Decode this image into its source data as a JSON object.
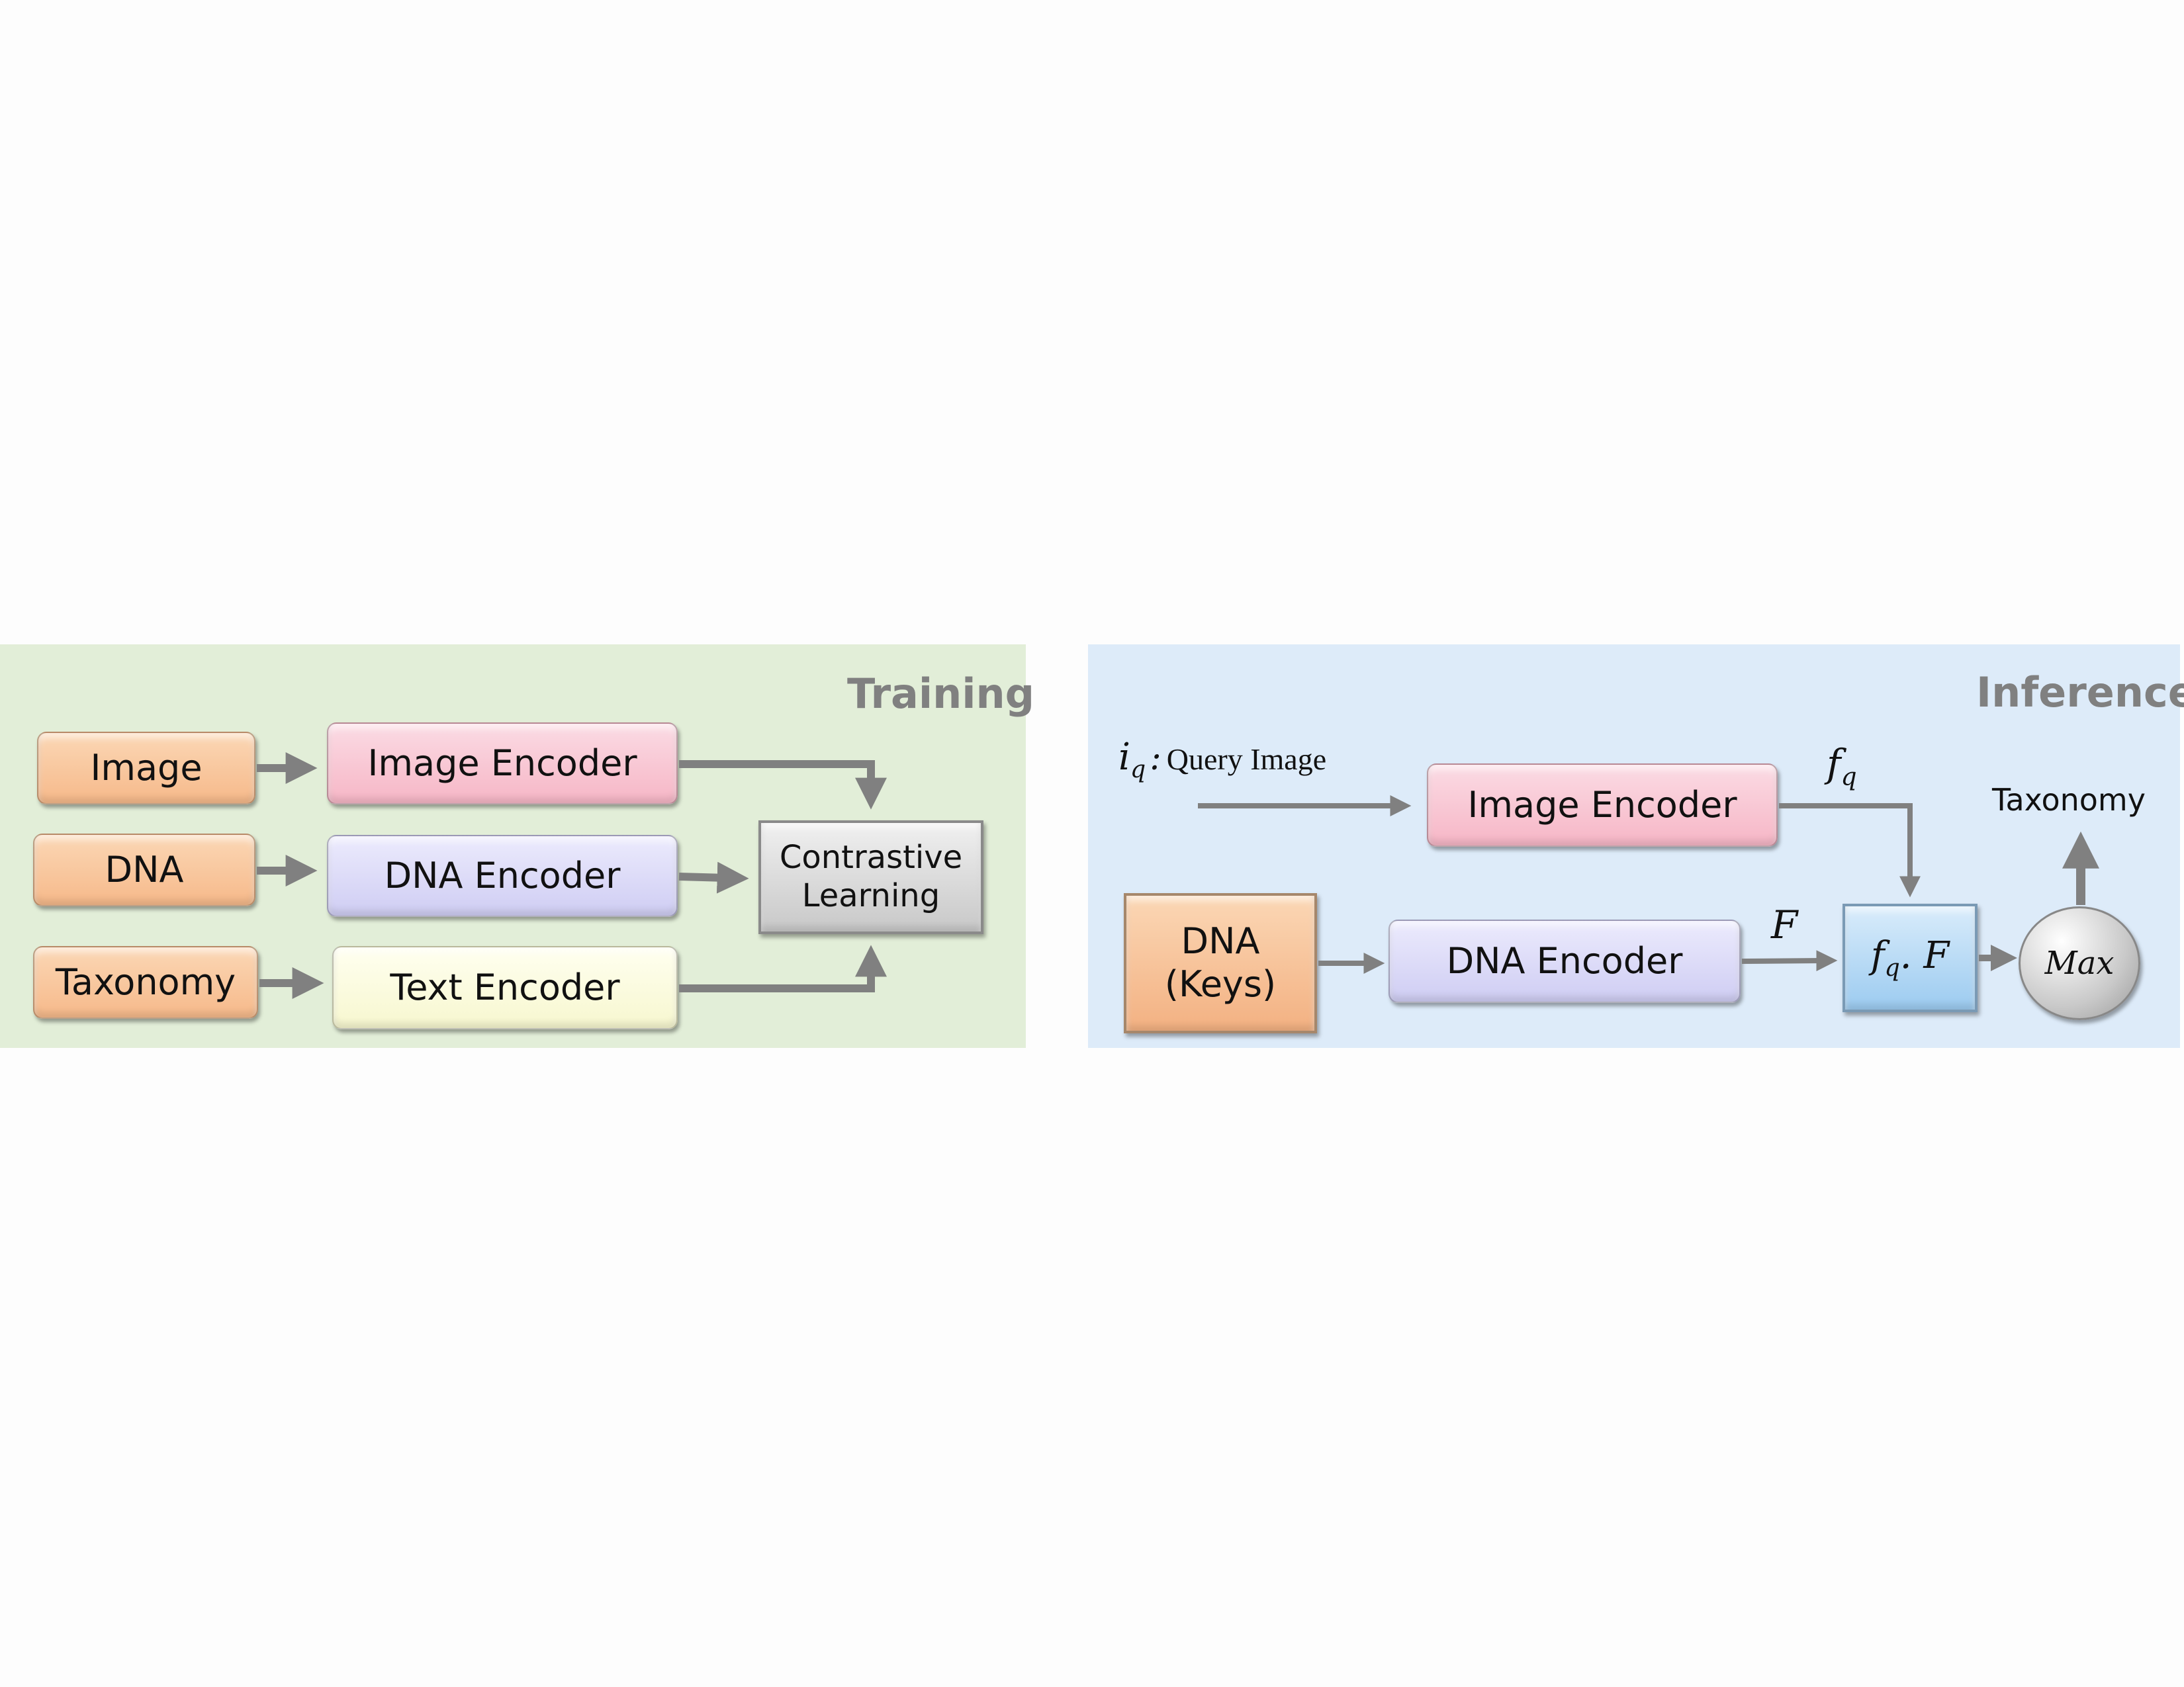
{
  "training": {
    "title": "Training",
    "inputs": {
      "image": "Image",
      "dna": "DNA",
      "taxonomy": "Taxonomy"
    },
    "encoders": {
      "image": "Image Encoder",
      "dna": "DNA Encoder",
      "text": "Text Encoder"
    },
    "contrastive": {
      "line1": "Contrastive",
      "line2": "Learning"
    }
  },
  "inference": {
    "title": "Inference",
    "query_symbol": "i",
    "query_subscript": "q",
    "query_colon": ":",
    "query_text": "Query Image",
    "image_encoder": "Image Encoder",
    "dna_box": {
      "line1": "DNA",
      "line2": "(Keys)"
    },
    "dna_encoder": "DNA Encoder",
    "fq_symbol": "f",
    "fq_subscript": "q",
    "F_symbol": "F",
    "product": {
      "f": "f",
      "sub": "q",
      "rest": ". F"
    },
    "max_label": "Max",
    "taxonomy_label": "Taxonomy"
  },
  "colors": {
    "arrow": "#808080",
    "training_bg": "#e2eed8",
    "inference_bg": "#ddebf9",
    "input_orange": "#f6b98a",
    "image_encoder_pink": "#f6b6c6",
    "dna_encoder_violet": "#cfcdf3",
    "text_encoder_yellow": "#f7f7cf",
    "contrastive_gray": "#c8c8c8",
    "product_blue": "#9ccbf0"
  }
}
